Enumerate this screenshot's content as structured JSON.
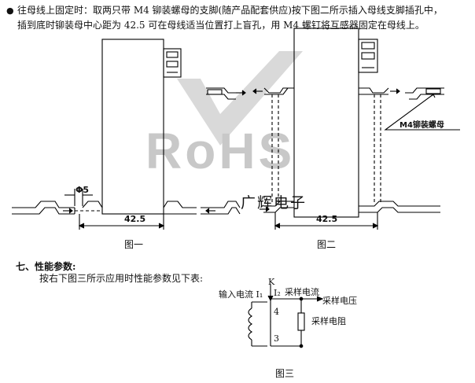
{
  "intro": {
    "bullet": "●",
    "line1": "往母线上固定时：取两只带 M4 铆装螺母的支脚(随产品配套供应)按下图二所示插入母线支脚插孔中，",
    "line2": "插到底时铆装母中心距为 42.5 可在母线适当位置打上盲孔，用 M4 螺钉将互感器固定在母线上。"
  },
  "figure1": {
    "phi_label": "Φ5",
    "dimension": "42.5",
    "caption": "图一"
  },
  "figure2": {
    "nut_label": "M4铆装螺母",
    "dimension": "42.5",
    "caption": "图二"
  },
  "watermark": {
    "text": "RoHS",
    "brand": "广辉电子"
  },
  "section7": {
    "title": "七、性能参数:",
    "description": "按右下图三所示应用时性能参数见下表:"
  },
  "figure3": {
    "k_label": "K",
    "input_label": "输入电流 I₁",
    "i2_label": "I₂",
    "sample_current_label": "采样电流",
    "sample_voltage_label": "采样电压",
    "sample_resistor_label": "采样电阻",
    "pin4": "4",
    "pin3": "3",
    "caption": "图三"
  }
}
